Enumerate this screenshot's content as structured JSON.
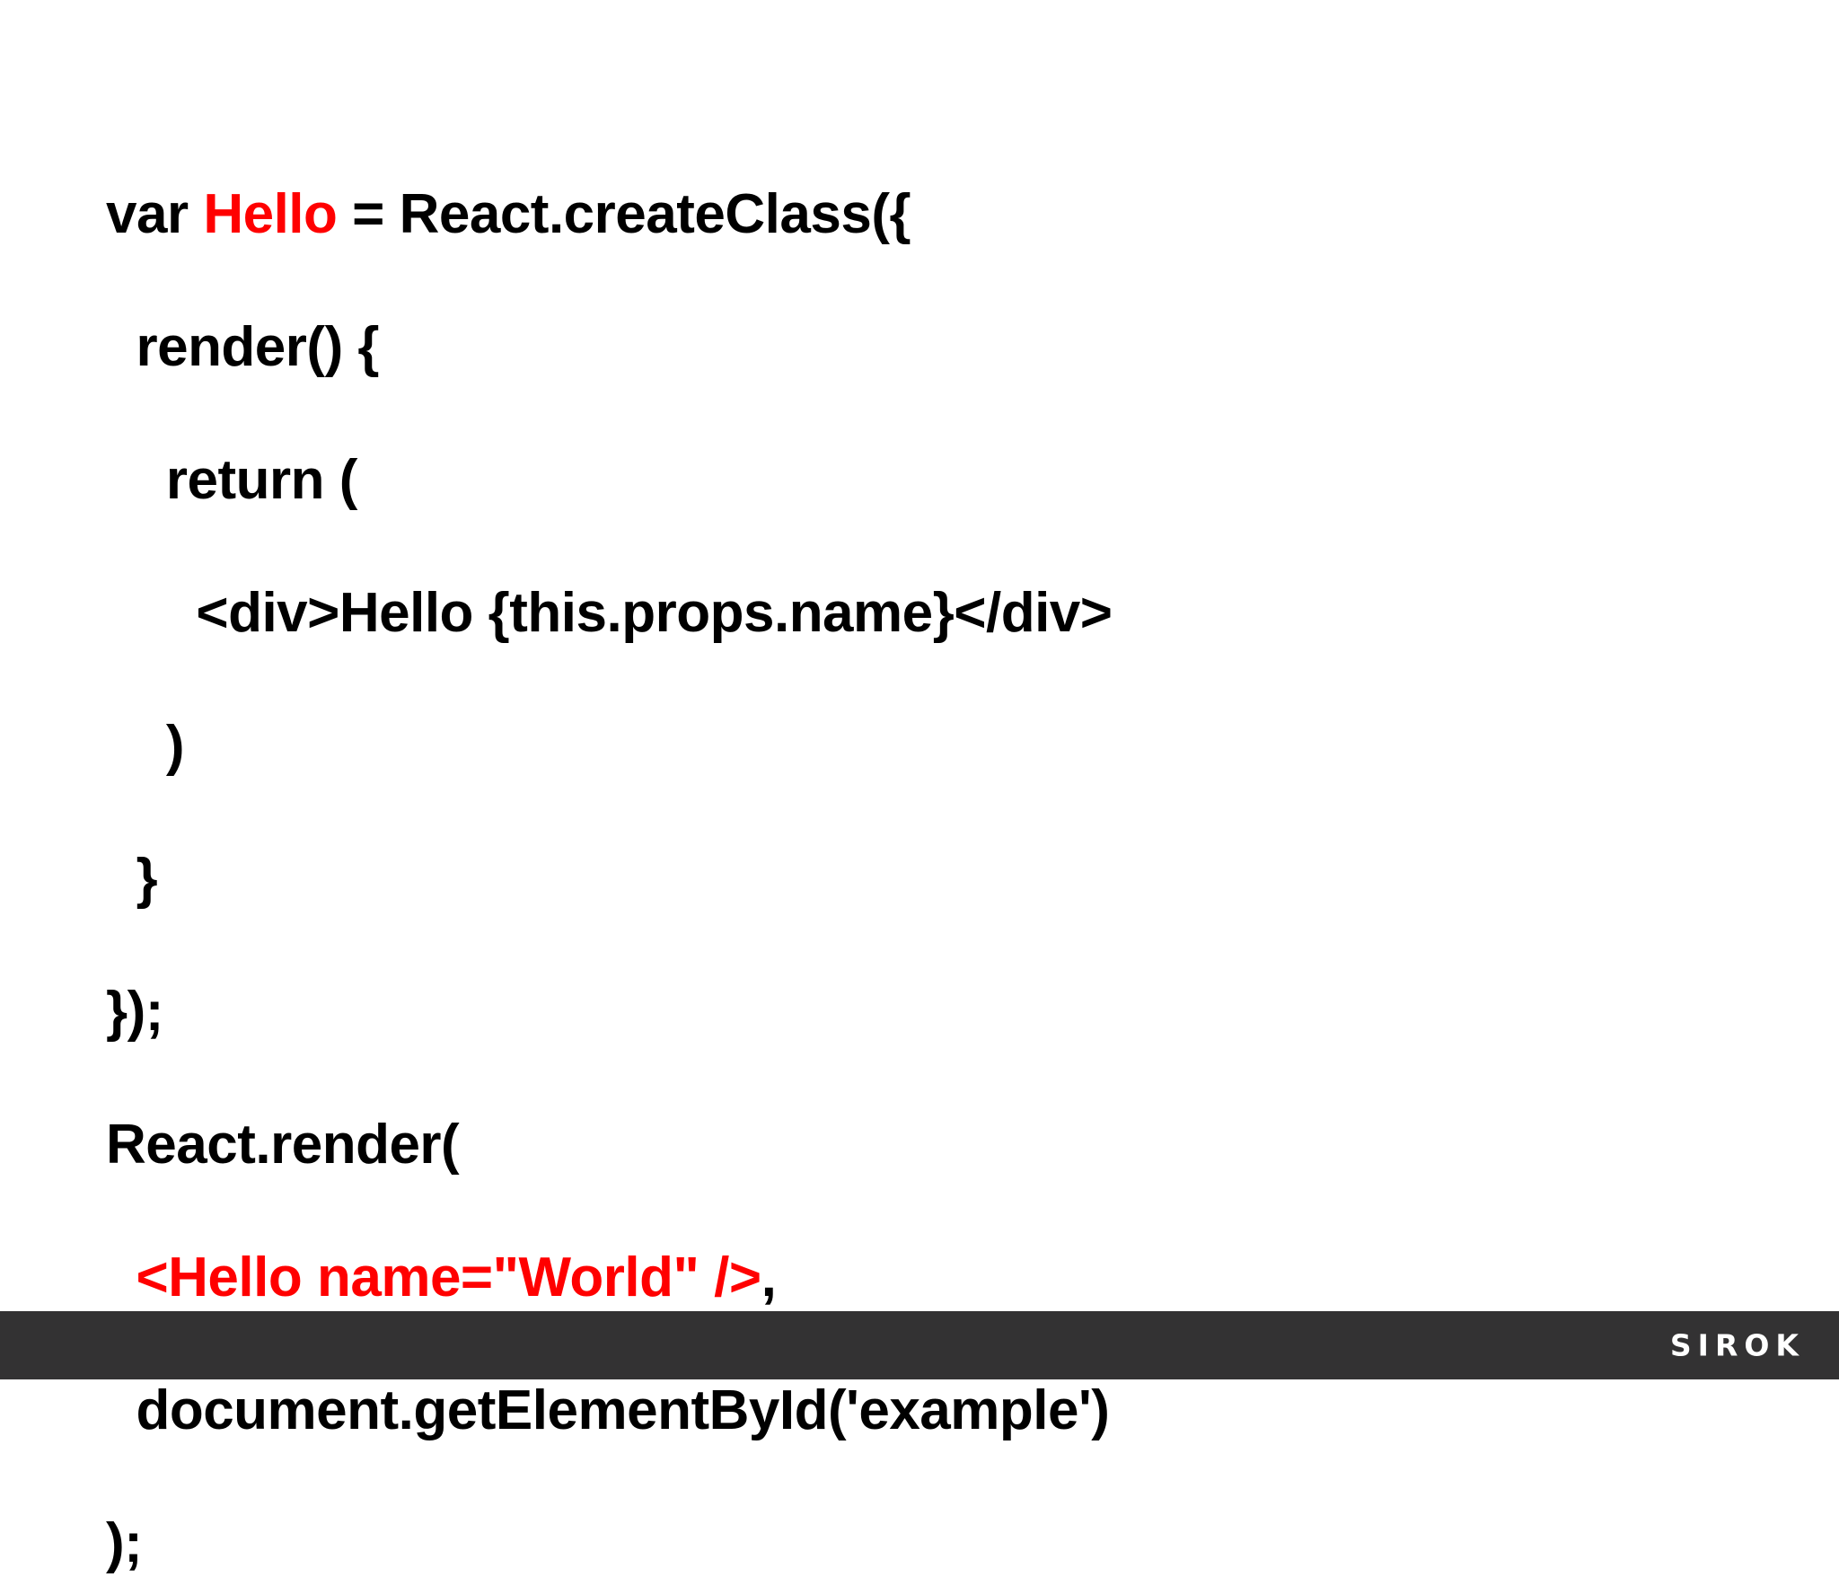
{
  "slide": {
    "background_color": "#ffffff",
    "code": {
      "language": "jsx",
      "text_color": "#000000",
      "highlight_color": "#ff0000",
      "lines": [
        {
          "indent": 0,
          "segments": [
            {
              "text": "var ",
              "color": "black"
            },
            {
              "text": "Hello",
              "color": "red"
            },
            {
              "text": " = React.createClass({",
              "color": "black"
            }
          ]
        },
        {
          "indent": 1,
          "segments": [
            {
              "text": "render() {",
              "color": "black"
            }
          ]
        },
        {
          "indent": 2,
          "segments": [
            {
              "text": "return (",
              "color": "black"
            }
          ]
        },
        {
          "indent": 3,
          "segments": [
            {
              "text": "<div>Hello {this.props.name}</div>",
              "color": "black"
            }
          ]
        },
        {
          "indent": 2,
          "segments": [
            {
              "text": ")",
              "color": "black"
            }
          ]
        },
        {
          "indent": 1,
          "segments": [
            {
              "text": "}",
              "color": "black"
            }
          ]
        },
        {
          "indent": 0,
          "segments": [
            {
              "text": "});",
              "color": "black"
            }
          ]
        },
        {
          "indent": 0,
          "segments": [
            {
              "text": "React.render(",
              "color": "black"
            }
          ]
        },
        {
          "indent": 1,
          "segments": [
            {
              "text": "<Hello name=\"World\" />",
              "color": "red"
            },
            {
              "text": ",",
              "color": "black"
            }
          ]
        },
        {
          "indent": 1,
          "segments": [
            {
              "text": "document.getElementById('example')",
              "color": "black"
            }
          ]
        },
        {
          "indent": 0,
          "segments": [
            {
              "text": ");",
              "color": "black"
            }
          ]
        }
      ]
    },
    "footer": {
      "background_color": "#333233",
      "brand": "SIROK"
    }
  }
}
